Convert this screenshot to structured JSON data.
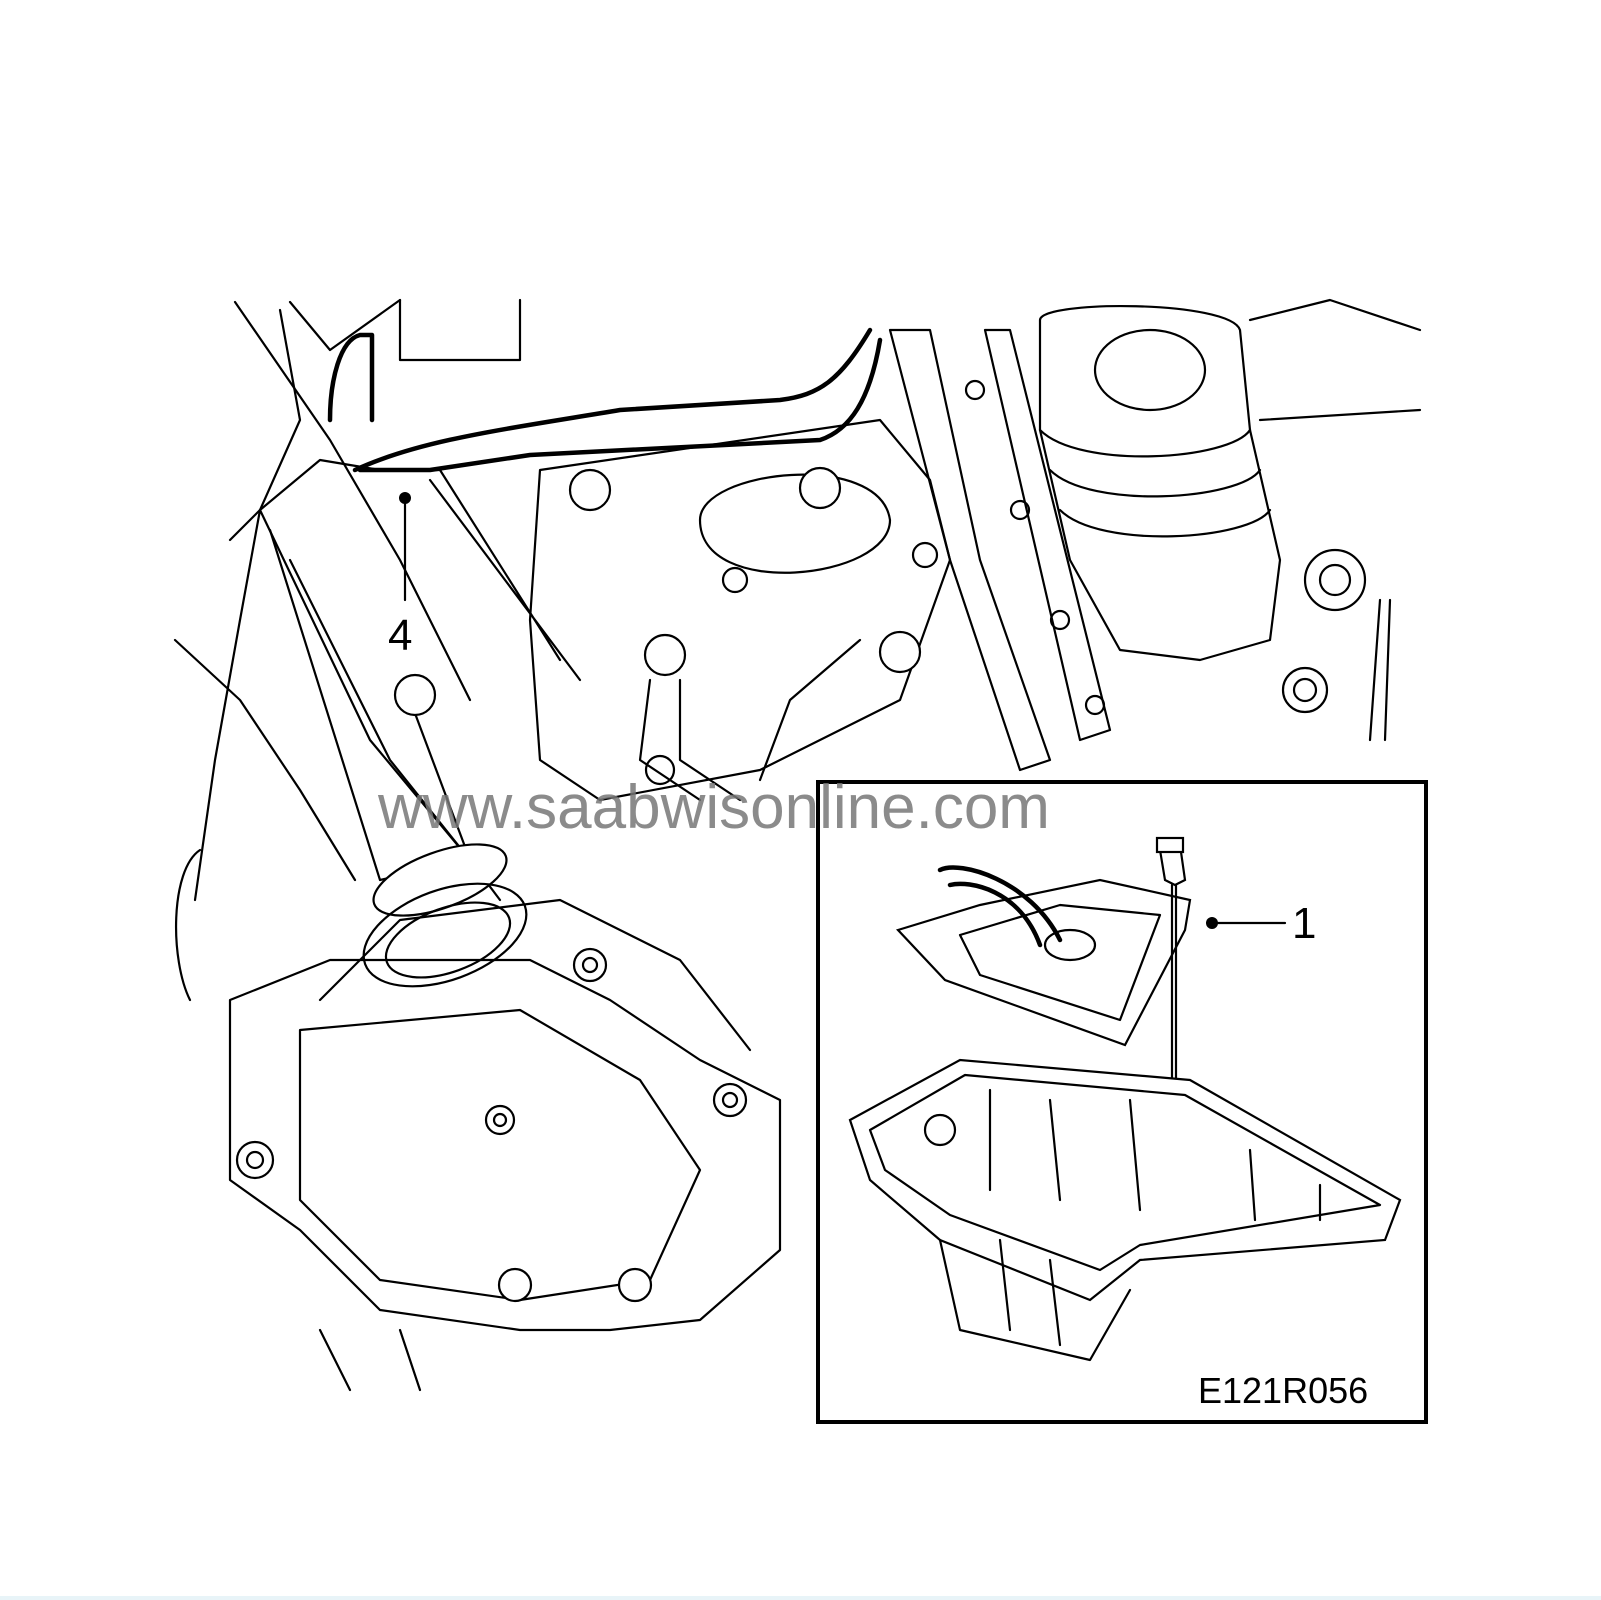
{
  "diagram": {
    "callouts": [
      {
        "id": "4",
        "text": "4"
      },
      {
        "id": "1",
        "text": "1"
      }
    ],
    "figure_code": "E121R056",
    "watermark": "www.saabwisonline.com"
  }
}
